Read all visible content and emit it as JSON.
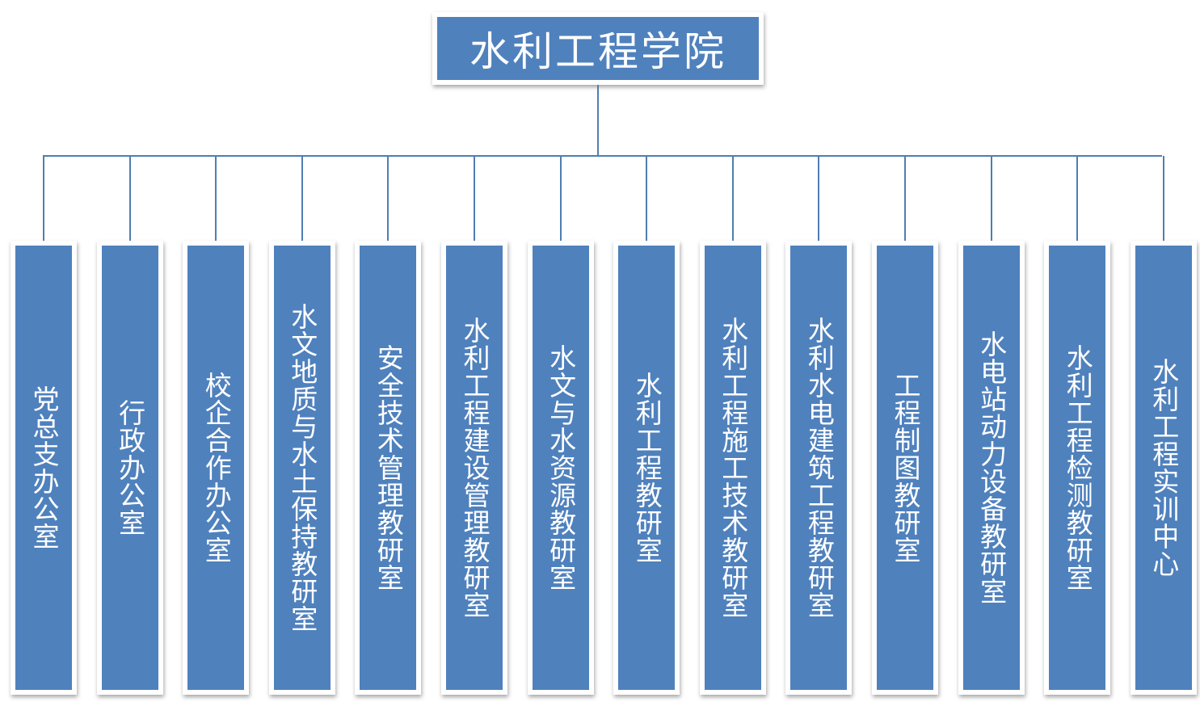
{
  "root": {
    "label": "水利工程学院"
  },
  "children": [
    {
      "label": "党总支办公室"
    },
    {
      "label": "行政办公室"
    },
    {
      "label": "校企合作办公室"
    },
    {
      "label": "水文地质与水土保持教研室"
    },
    {
      "label": "安全技术管理教研室"
    },
    {
      "label": "水利工程建设管理教研室"
    },
    {
      "label": "水文与水资源教研室"
    },
    {
      "label": "水利工程教研室"
    },
    {
      "label": "水利工程施工技术教研室"
    },
    {
      "label": "水利水电建筑工程教研室"
    },
    {
      "label": "工程制图教研室"
    },
    {
      "label": "水电站动力设备教研室"
    },
    {
      "label": "水利工程检测教研室"
    },
    {
      "label": "水利工程实训中心"
    }
  ],
  "colors": {
    "box_fill": "#4f81bd",
    "connector": "#4f7eb2",
    "text": "#ffffff"
  }
}
